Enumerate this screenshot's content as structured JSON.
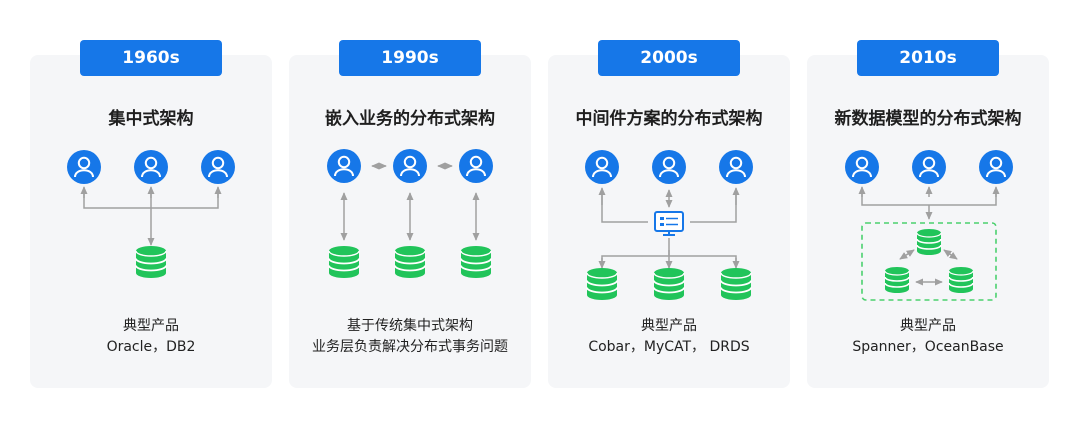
{
  "colors": {
    "accent": "#1677e8",
    "database": "#21c45a",
    "connector": "#a0a0a0",
    "panel": "#f5f6f8",
    "dashed_border": "#4bd06e"
  },
  "icons": {
    "user": "user-circle-icon",
    "database": "database-icon",
    "server": "server-icon"
  },
  "panels": [
    {
      "era": "1960s",
      "title": "集中式架构",
      "desc_lines": [
        "典型产品",
        "Oracle，DB2"
      ]
    },
    {
      "era": "1990s",
      "title": "嵌入业务的分布式架构",
      "desc_lines": [
        "基于传统集中式架构",
        "业务层负责解决分布式事务问题"
      ]
    },
    {
      "era": "2000s",
      "title": "中间件方案的分布式架构",
      "desc_lines": [
        "典型产品",
        "Cobar，MyCAT， DRDS"
      ]
    },
    {
      "era": "2010s",
      "title": "新数据模型的分布式架构",
      "desc_lines": [
        "典型产品",
        "Spanner，OceanBase"
      ]
    }
  ]
}
